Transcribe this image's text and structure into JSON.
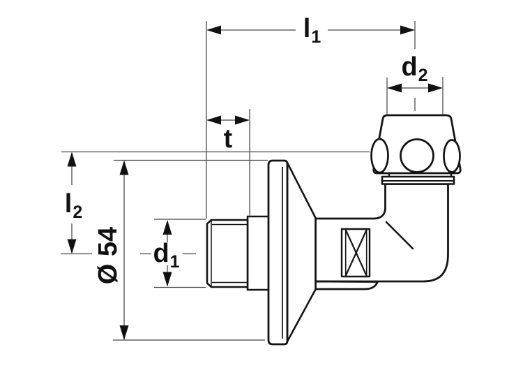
{
  "figure": {
    "kind": "technical dimension drawing",
    "subject": "angle valve elbow with wall escutcheon plate, male thread and union nut"
  },
  "colors": {
    "background": "#ffffff",
    "outline": "#141414",
    "dimension_lines": "#454545",
    "label_text": "#111111"
  },
  "labels": {
    "l1": {
      "base": "l",
      "sub": "1"
    },
    "d2": {
      "base": "d",
      "sub": "2"
    },
    "t": {
      "base": "t"
    },
    "l2": {
      "base": "l",
      "sub": "2"
    },
    "d1": {
      "base": "d",
      "sub": "1"
    },
    "diameter": {
      "text": "Ø 54"
    }
  }
}
